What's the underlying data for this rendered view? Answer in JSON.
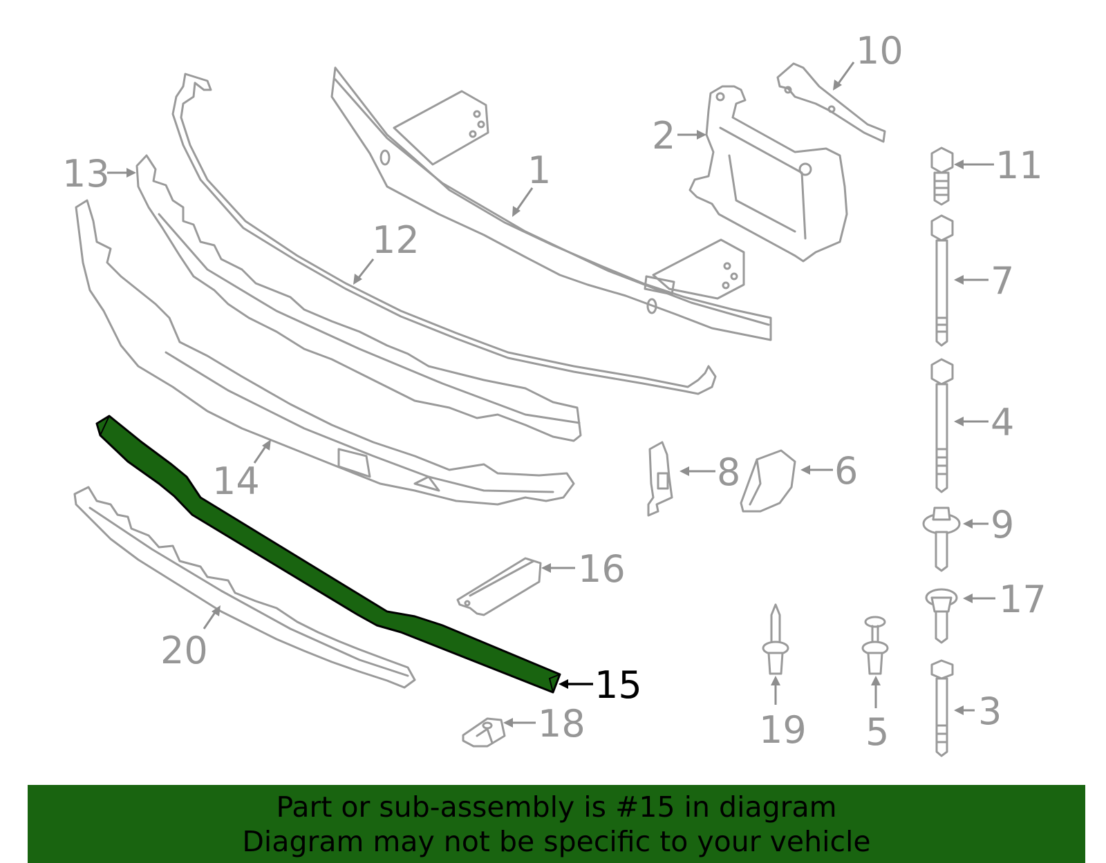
{
  "diagram": {
    "highlighted_part": "15",
    "highlight_color": "#196410",
    "part_color": "#9a9a9a",
    "callouts": [
      "1",
      "2",
      "3",
      "4",
      "5",
      "6",
      "7",
      "8",
      "9",
      "10",
      "11",
      "12",
      "13",
      "14",
      "15",
      "16",
      "17",
      "18",
      "19",
      "20"
    ]
  },
  "banner": {
    "line1": "Part or sub-assembly is #15 in diagram",
    "line2": "Diagram may not be specific to your vehicle",
    "background": "#196410"
  }
}
